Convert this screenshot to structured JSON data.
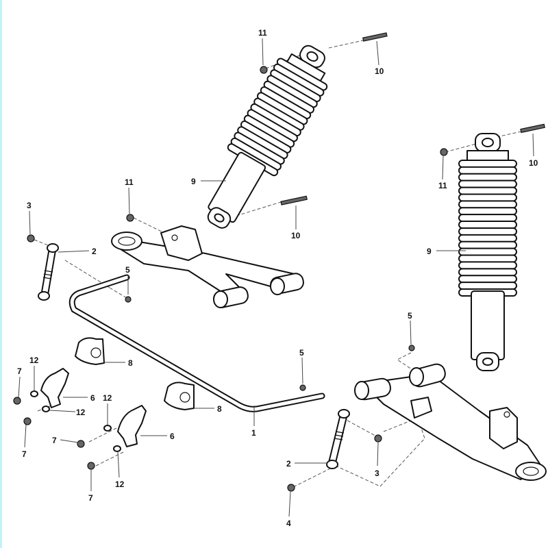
{
  "diagram": {
    "callouts": {
      "c11a": "11",
      "c10a": "10",
      "c11b": "11",
      "c9a": "9",
      "c10b": "10",
      "c3a": "3",
      "c2a": "2",
      "c5a": "5",
      "c10c": "10",
      "c11c": "11",
      "c9b": "9",
      "c5b": "5",
      "c5c": "5",
      "c12a": "12",
      "c7a": "7",
      "c8a": "8",
      "c6a": "6",
      "c12b": "12",
      "c7b": "7",
      "c12c": "12",
      "c8b": "8",
      "c6b": "6",
      "c7c": "7",
      "c12d": "12",
      "c7d": "7",
      "c1": "1",
      "c3b": "3",
      "c2b": "2",
      "c4": "4"
    }
  }
}
